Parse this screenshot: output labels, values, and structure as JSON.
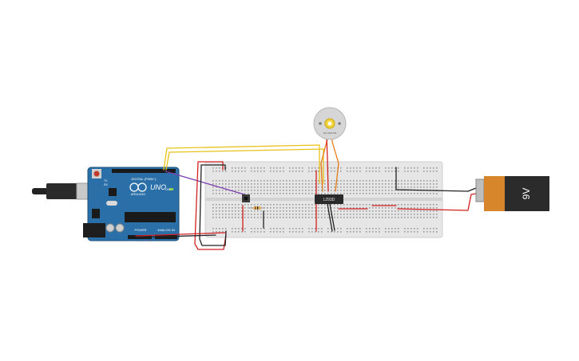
{
  "arduino": {
    "brand_logo": "UNO",
    "brand_name": "ARDUINO",
    "header_digital": "DIGITAL (PWM~)",
    "header_power": "POWER",
    "header_analog": "ANALOG IN",
    "on_led": "ON",
    "tx_label": "TX",
    "rx_label": "RX"
  },
  "ic_chip": {
    "label": "L293D"
  },
  "motor": {
    "label": "DC MOTOR"
  },
  "battery": {
    "label": "9V"
  },
  "colors": {
    "arduino_board": "#2a6fa8",
    "breadboard": "#e6e6e6",
    "wire_red": "#d42020",
    "wire_yellow": "#e8c21a",
    "wire_orange": "#e47a1a",
    "wire_black": "#222222",
    "wire_purple": "#7b3fb0",
    "battery_orange": "#d8862b",
    "battery_black": "#2b2b2b"
  }
}
